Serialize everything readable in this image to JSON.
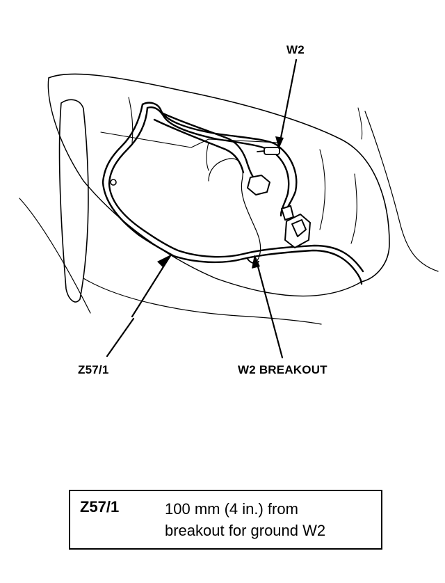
{
  "callouts": {
    "w2": "W2",
    "z57": "Z57/1",
    "w2_breakout": "W2 BREAKOUT"
  },
  "legend": {
    "code": "Z57/1",
    "description_line1": "100 mm (4 in.) from",
    "description_line2": "breakout for ground W2"
  }
}
